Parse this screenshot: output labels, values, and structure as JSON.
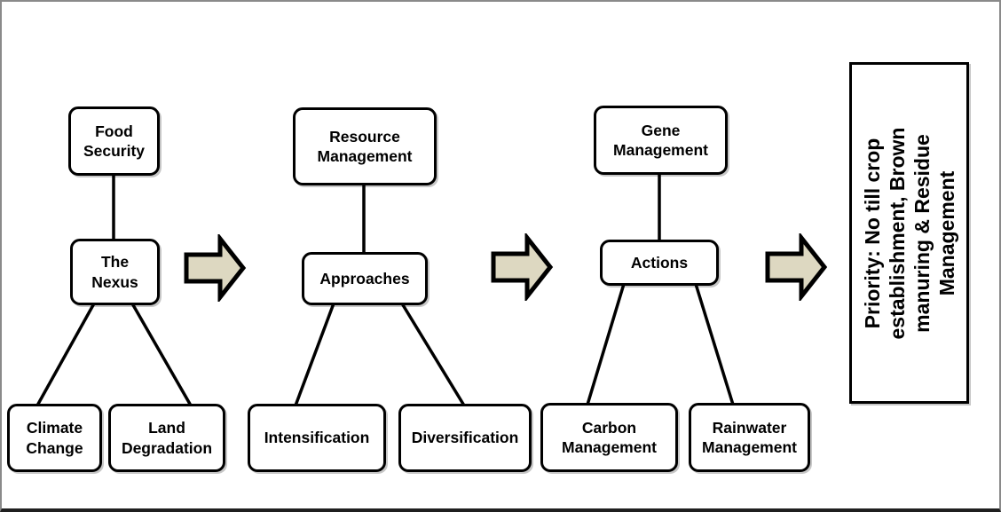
{
  "colors": {
    "arrow_fill": "#ddd8c1",
    "box_border": "#000000",
    "box_fill": "#ffffff",
    "frame_border": "#8a8a8a",
    "frame_bottom_border": "#1f1f1f"
  },
  "groups": [
    {
      "top": {
        "label": "Food Security"
      },
      "mid": {
        "label": "The Nexus"
      },
      "bottom": [
        {
          "label": "Climate Change"
        },
        {
          "label": "Land Degradation"
        }
      ]
    },
    {
      "top": {
        "label": "Resource Management"
      },
      "mid": {
        "label": "Approaches"
      },
      "bottom": [
        {
          "label": "Intensification"
        },
        {
          "label": "Diversification"
        }
      ]
    },
    {
      "top": {
        "label": "Gene Management"
      },
      "mid": {
        "label": "Actions"
      },
      "bottom": [
        {
          "label": "Carbon Management"
        },
        {
          "label": "Rainwater Management"
        }
      ]
    }
  ],
  "priority": {
    "label": "Priority: No till crop establishment, Brown manuring & Residue Management",
    "lines": [
      "Priority: No till crop",
      "establishment, Brown",
      "manuring & Residue",
      "Management"
    ]
  }
}
